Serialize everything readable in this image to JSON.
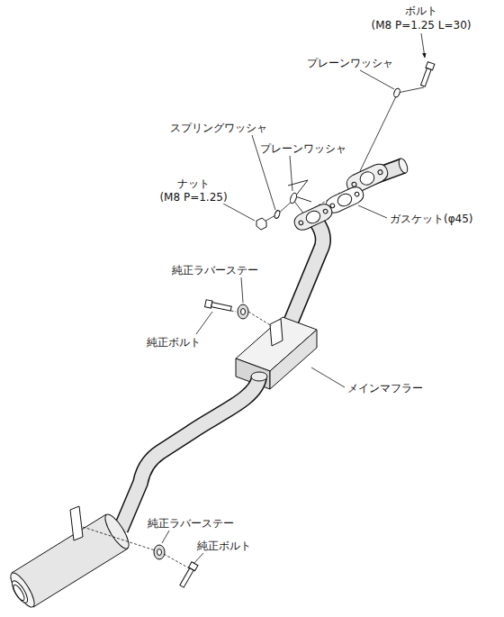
{
  "diagram": {
    "labels": [
      "ボルト",
      "(M8 P=1.25 L=30)",
      "プレーンワッシャ",
      "スプリングワッシャ",
      "プレーンワッシャ",
      "ナット",
      "(M8 P=1.25)",
      "ガスケット(φ45)",
      "純正ラバーステー",
      "純正ボルト",
      "メインマフラー",
      "純正ラバーステー",
      "純正ボルト"
    ]
  }
}
